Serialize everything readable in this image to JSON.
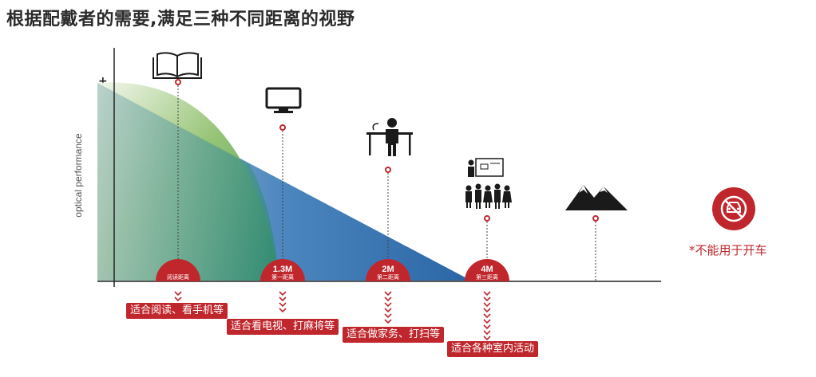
{
  "title": "根据配戴者的需要,满足三种不同距离的视野",
  "axis": {
    "ylabel": "optical performance",
    "plus": "+",
    "minus": "–"
  },
  "markers": [
    {
      "top": "",
      "bottom": "阅读距离",
      "icon": "book-icon"
    },
    {
      "top": "1.3M",
      "bottom": "第一距离",
      "icon": "tv-icon"
    },
    {
      "top": "2M",
      "bottom": "第二距离",
      "icon": "desk-person-icon"
    },
    {
      "top": "4M",
      "bottom": "第三距离",
      "icon": "presentation-icon"
    },
    {
      "top": "",
      "bottom": "",
      "icon": "mountain-icon"
    }
  ],
  "tags": [
    "适合阅读、看手机等",
    "适合看电视、打麻将等",
    "适合做家务、打扫等",
    "适合各种室内活动"
  ],
  "note": "*不能用于开车",
  "colors": {
    "accent_red": "#c0272d",
    "green": "#3f9a55",
    "blue": "#2f6fae",
    "teal": "#8fb8b5"
  }
}
